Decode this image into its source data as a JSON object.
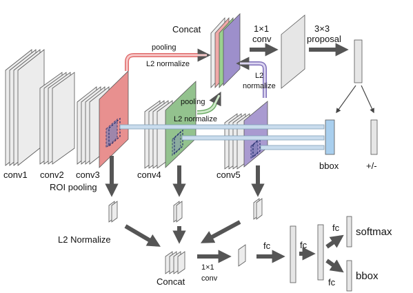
{
  "labels": {
    "conv1": "conv1",
    "conv2": "conv2",
    "conv3": "conv3",
    "conv4": "conv4",
    "conv5": "conv5",
    "roi_pooling": "ROI pooling",
    "l2_normalize_bottom": "L2 Normalize",
    "concat_top": "Concat",
    "concat_bottom": "Concat",
    "conv1x1_top_a": "1×1",
    "conv1x1_top_b": "conv",
    "proposal_a": "3×3",
    "proposal_b": "proposal",
    "pooling_top": "pooling",
    "l2_normalize_top": "L2 normalize",
    "pooling_mid": "pooling",
    "l2_normalize_mid": "L2 normalize",
    "l2_right_a": "L2",
    "l2_right_b": "normalize",
    "bbox_top": "bbox",
    "plusminus": "+/-",
    "conv1x1_bottom_a": "1×1",
    "conv1x1_bottom_b": "conv",
    "fc1": "fc",
    "fc2": "fc",
    "fc3": "fc",
    "fc4": "fc",
    "softmax": "softmax",
    "bbox_bottom": "bbox"
  },
  "colors": {
    "layer_fill": "#ececec",
    "layer_stroke": "#555555",
    "conv3_fill": "#e8908f",
    "conv4_fill": "#93c28e",
    "conv5_fill": "#a99ad0",
    "concat_purple": "#9d8fcb",
    "concat_green": "#9bd18f",
    "concat_pink": "#f0a9a8",
    "arrow_gray": "#555555",
    "link_blue": "#c9dced",
    "link_blue_stroke": "#7f9fb7",
    "bbox_blue": "#a9cfee"
  }
}
